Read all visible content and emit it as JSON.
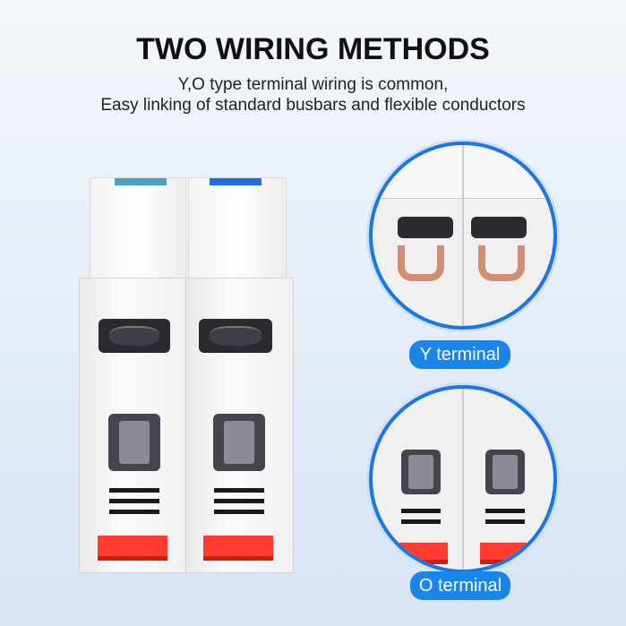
{
  "header": {
    "title": "TWO WIRING METHODS",
    "subtitle_line1": "Y,O type terminal wiring is common,",
    "subtitle_line2": "Easy linking of standard busbars and flexible conductors"
  },
  "callouts": [
    {
      "label": "Y terminal"
    },
    {
      "label": "O terminal"
    }
  ],
  "colors": {
    "accent": "#1a86ec",
    "indicator_left": "#4a9fc4",
    "indicator_right": "#1f6fe0",
    "toggle": "#ff3b2f"
  }
}
